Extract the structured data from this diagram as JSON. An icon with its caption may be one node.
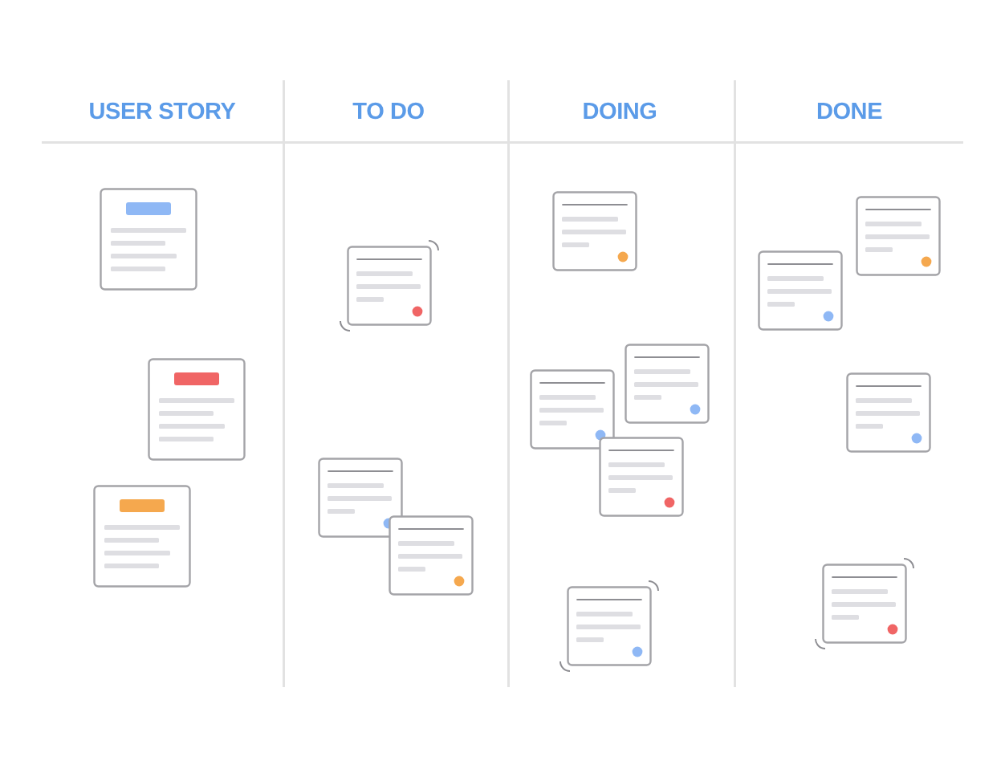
{
  "diagram": {
    "labels": [
      "USER STORY",
      "TO DO",
      "DOING",
      "DONE"
    ]
  }
}
